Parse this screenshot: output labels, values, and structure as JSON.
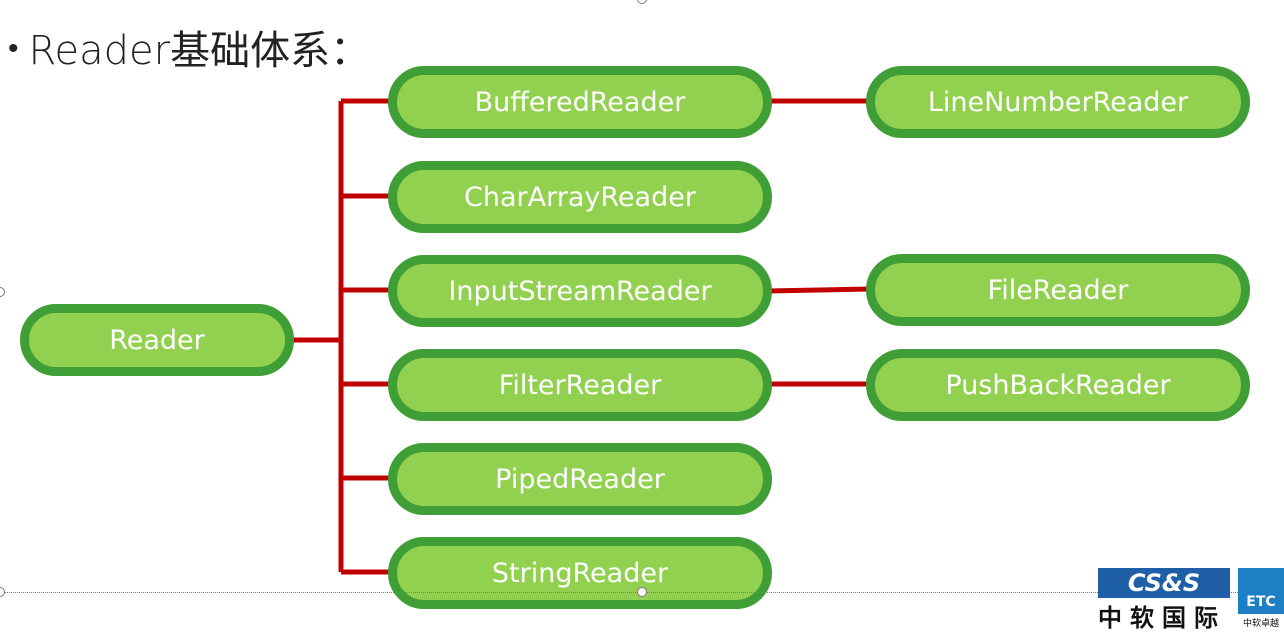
{
  "title": "Reader基础体系：",
  "colors": {
    "node_fill": "#92d050",
    "node_border": "#3f9e35",
    "connector": "#c00000",
    "logo_blue": "#1e5fa8"
  },
  "nodes": {
    "reader": "Reader",
    "buffered": "BufferedReader",
    "chararray": "CharArrayReader",
    "inputstream": "InputStreamReader",
    "filter": "FilterReader",
    "piped": "PipedReader",
    "string": "StringReader",
    "linenumber": "LineNumberReader",
    "file": "FileReader",
    "pushback": "PushBackReader"
  },
  "edges": [
    [
      "reader",
      "buffered"
    ],
    [
      "reader",
      "chararray"
    ],
    [
      "reader",
      "inputstream"
    ],
    [
      "reader",
      "filter"
    ],
    [
      "reader",
      "piped"
    ],
    [
      "reader",
      "string"
    ],
    [
      "buffered",
      "linenumber"
    ],
    [
      "inputstream",
      "file"
    ],
    [
      "filter",
      "pushback"
    ]
  ],
  "logo": {
    "brand": "CS&S",
    "chinese": "中软国际",
    "etc": "ETC",
    "etc_sub": "中软卓越"
  }
}
